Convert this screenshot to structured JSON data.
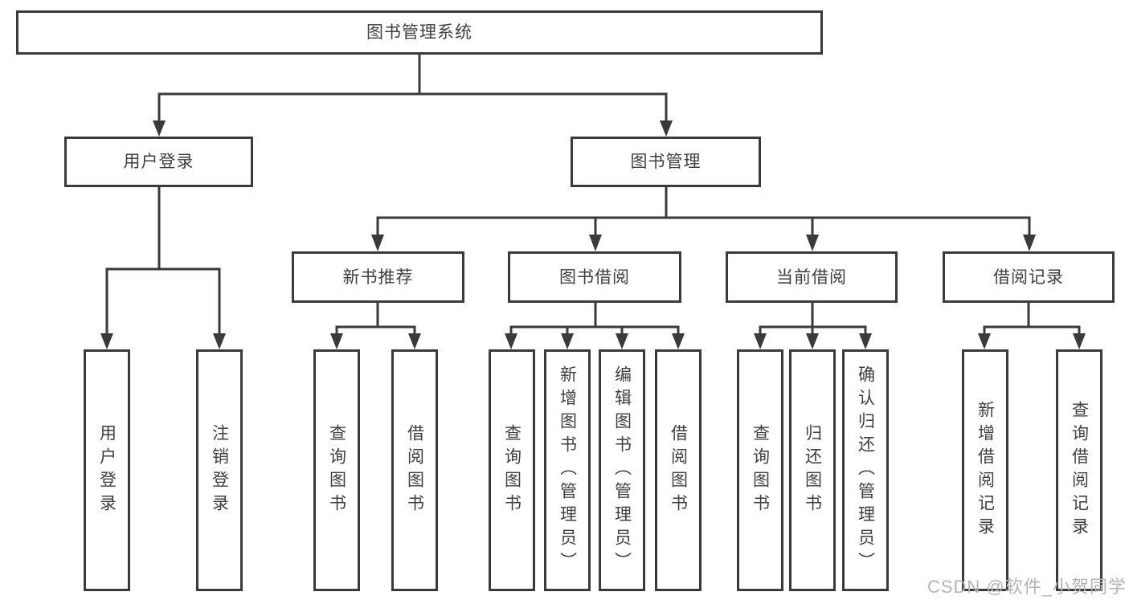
{
  "diagram": {
    "title": "图书管理系统",
    "level2": [
      {
        "label": "用户登录",
        "children": [
          {
            "label": "用户登录"
          },
          {
            "label": "注销登录"
          }
        ]
      },
      {
        "label": "图书管理",
        "children": [
          {
            "label": "新书推荐",
            "children": [
              {
                "label": "查询图书"
              },
              {
                "label": "借阅图书"
              }
            ]
          },
          {
            "label": "图书借阅",
            "children": [
              {
                "label": "查询图书"
              },
              {
                "label": "新增图书（管理员）"
              },
              {
                "label": "编辑图书（管理员）"
              },
              {
                "label": "借阅图书"
              }
            ]
          },
          {
            "label": "当前借阅",
            "children": [
              {
                "label": "查询图书"
              },
              {
                "label": "归还图书"
              },
              {
                "label": "确认归还（管理员）"
              }
            ]
          },
          {
            "label": "借阅记录",
            "children": [
              {
                "label": "新增借阅记录"
              },
              {
                "label": "查询借阅记录"
              }
            ]
          }
        ]
      }
    ]
  },
  "watermark": {
    "text": "CSDN @软件_小贺同学"
  },
  "colors": {
    "line": "#3a3a3a",
    "text": "#3f3f3f",
    "box_background": "#ffffff",
    "watermark": "#b4b4b4"
  }
}
